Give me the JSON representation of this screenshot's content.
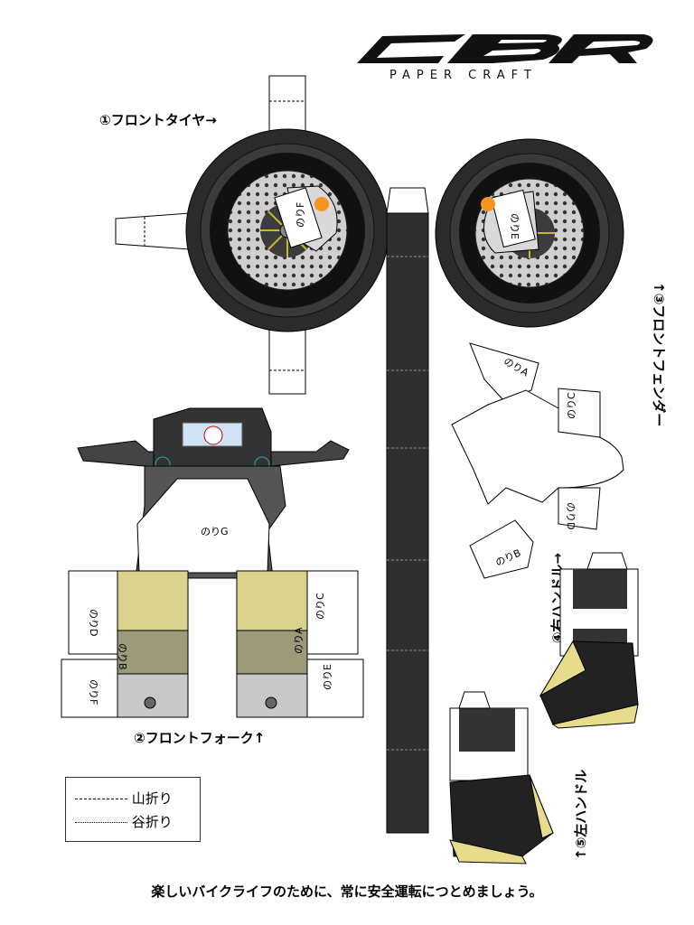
{
  "logo": {
    "brand": "CBR",
    "subtitle": "PAPER CRAFT"
  },
  "labels": {
    "front_tire": "①フロントタイヤ→",
    "front_fork": "②フロントフォーク↑",
    "front_fender": "↑③フロントフェンダー",
    "right_handle": "④右ハンドル→",
    "left_handle": "↑⑤左ハンドル"
  },
  "glue_tabs": {
    "a": "のりA",
    "b": "のりB",
    "c": "のりC",
    "d": "のりD",
    "e": "のりE",
    "f": "のりF",
    "g": "のりG"
  },
  "legend": {
    "mountain_fold": "山折り",
    "valley_fold": "谷折り"
  },
  "footer": "楽しいバイクライフのために、常に安全運転につとめましょう。",
  "colors": {
    "tire": "#2b2b2b",
    "fork_yellow": "#d8d28c",
    "fork_olive": "#9c9a78",
    "fork_gray": "#c8c8c8",
    "accent_orange": "#f7931e",
    "handle_yellow": "#e6dc8c"
  }
}
